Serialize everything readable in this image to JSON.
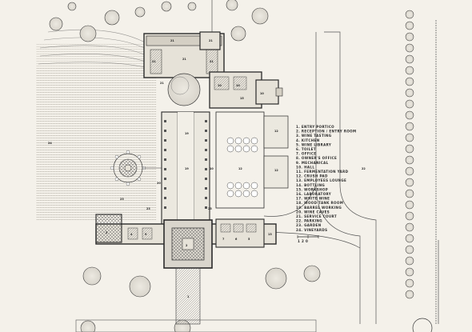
{
  "legend": [
    "1. ENTRY PORTICO",
    "2. RECEPTION / ENTRY ROOM",
    "3. WINE TASTING",
    "4. KITCHEN",
    "5. WINE LIBRARY",
    "6. TOILET",
    "7. OFFICE",
    "8. OWNER'S OFFICE",
    "9. MECHANICAL",
    "10. HALL",
    "11. FERMENTATION YARD",
    "12. CRUSH PAD",
    "13. EMPLOYEES LOUNGE",
    "14. BOTTLING",
    "15. WORKSHOP",
    "16. LABORATORY",
    "17. WHITE WINE",
    "18. WOOD TANK ROOM",
    "19. BARREL WORKING",
    "20. WINE CAVES",
    "21. SERVICE COURT",
    "22. PARKING",
    "23. GARDEN",
    "24. VINEYARDS"
  ],
  "north_label": "1 2 0",
  "room_numbers": [
    "21",
    "21",
    "21",
    "21",
    "21",
    "21",
    "10",
    "10",
    "10",
    "19",
    "10",
    "12",
    "12",
    "12",
    "20",
    "22",
    "23",
    "23",
    "23",
    "24",
    "1",
    "2",
    "3",
    "4",
    "9",
    "7",
    "6",
    "5",
    "13",
    "15",
    "19"
  ],
  "colors": {
    "paper": "#f4f1ea",
    "ink": "#2b2b2b",
    "shade": "#bdb8ad"
  }
}
